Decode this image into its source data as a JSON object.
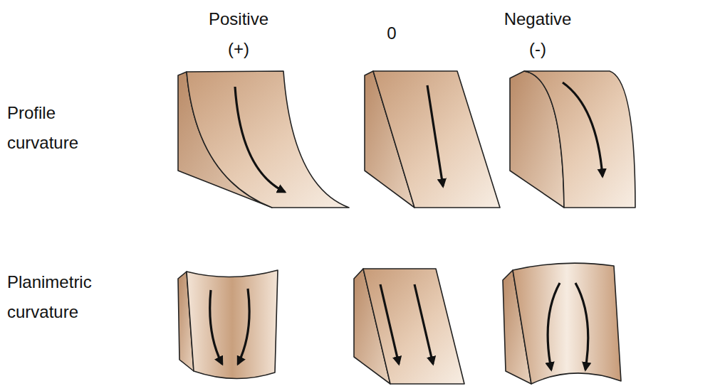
{
  "diagram": {
    "labels": [
      "Positive (+)",
      "0",
      "Negative (-)",
      "Profile curvature",
      "Planimetric curvature"
    ]
  }
}
